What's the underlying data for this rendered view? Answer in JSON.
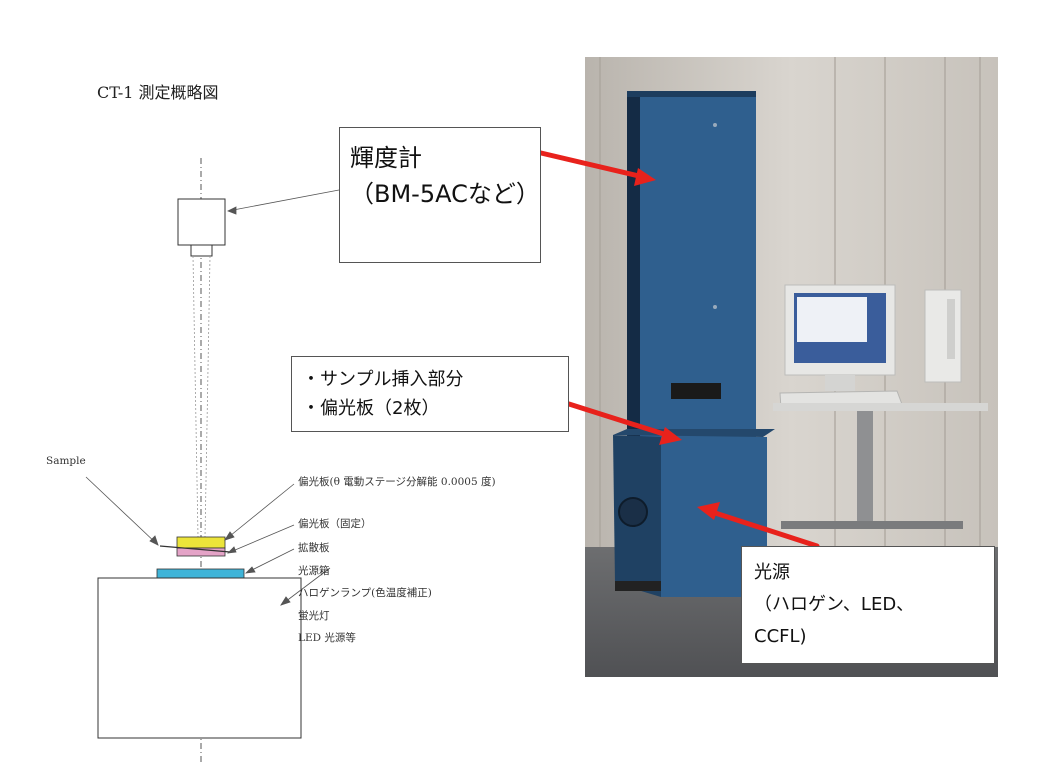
{
  "diagram": {
    "title": "CT-1 測定概略図",
    "labels": {
      "sample": "Sample",
      "polarizer_motor": "偏光板(θ 電動ステージ分解能 0.0005 度)",
      "polarizer_fixed": "偏光板（固定）",
      "diffuser": "拡散板",
      "light_source_box": "光源箱",
      "halogen": "ハロゲンランプ(色温度補正)",
      "fluorescent": "蛍光灯",
      "led": "LED 光源等"
    }
  },
  "callouts": {
    "luminance_meter": {
      "line1": "輝度計",
      "line2": "（BM-5ACなど）"
    },
    "sample_section": {
      "line1": "・サンプル挿入部分",
      "line2": "・偏光板（2枚）"
    },
    "light_source": {
      "line1": "光源",
      "line2": "（ハロゲン、LED、",
      "line3": "CCFL)"
    }
  },
  "colors": {
    "device_blue": "#2f5f8e",
    "arrow_red": "#e8221c",
    "polarizer_yellow": "#ece43a",
    "polarizer_pink": "#e4a3c7",
    "diffuser_cyan": "#3fb4d8"
  }
}
